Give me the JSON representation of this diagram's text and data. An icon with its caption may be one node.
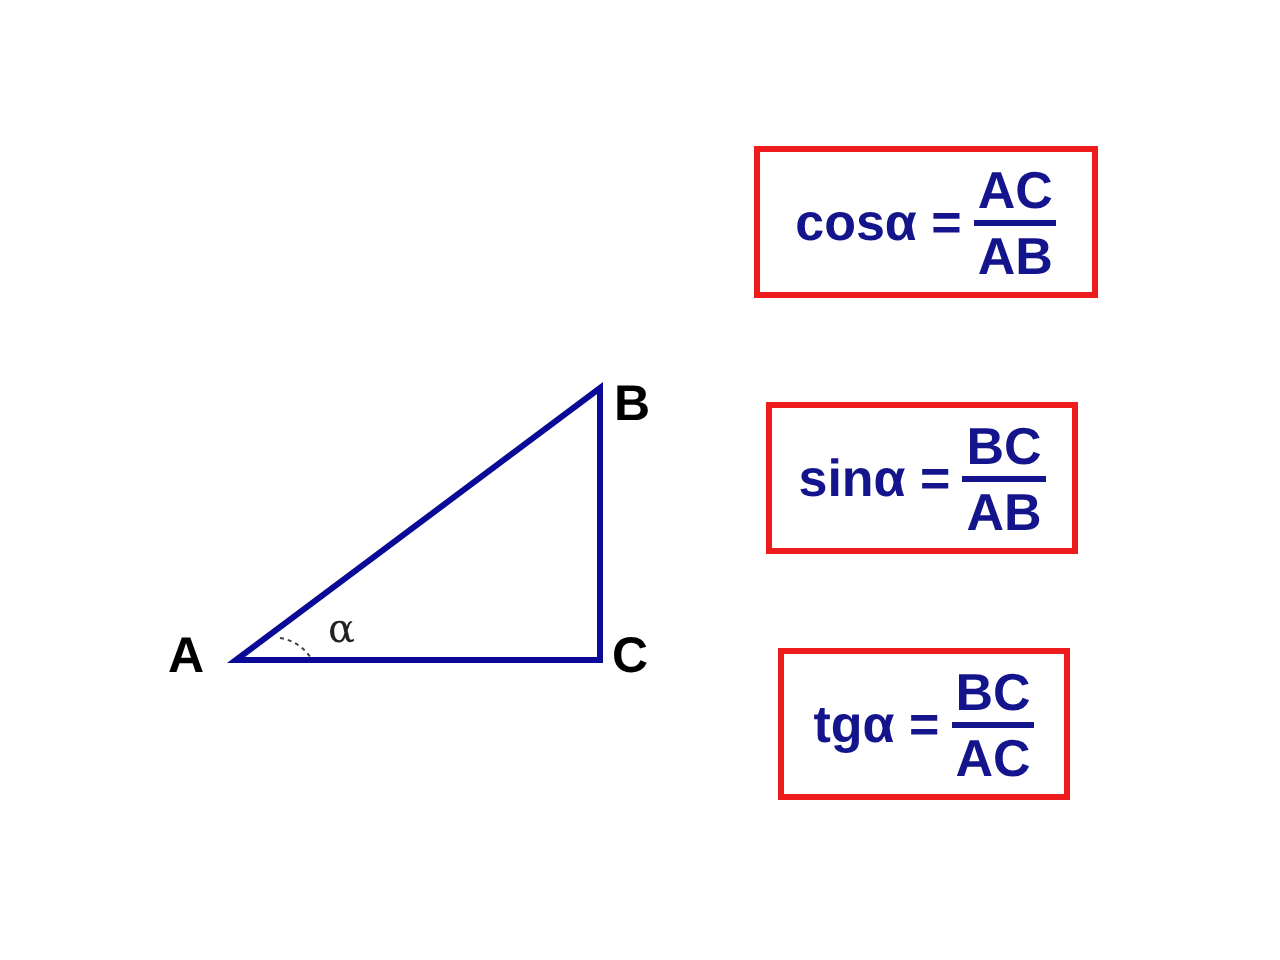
{
  "diagram": {
    "nodes": [
      {
        "text": [
          "cosα =",
          "AC",
          "AB"
        ]
      },
      {
        "text": [
          "sinα =",
          "BC",
          "AB"
        ]
      },
      {
        "text": [
          "tgα =",
          "BC",
          "AC"
        ]
      }
    ],
    "labels": [
      "B",
      "α",
      "A",
      "C"
    ]
  }
}
